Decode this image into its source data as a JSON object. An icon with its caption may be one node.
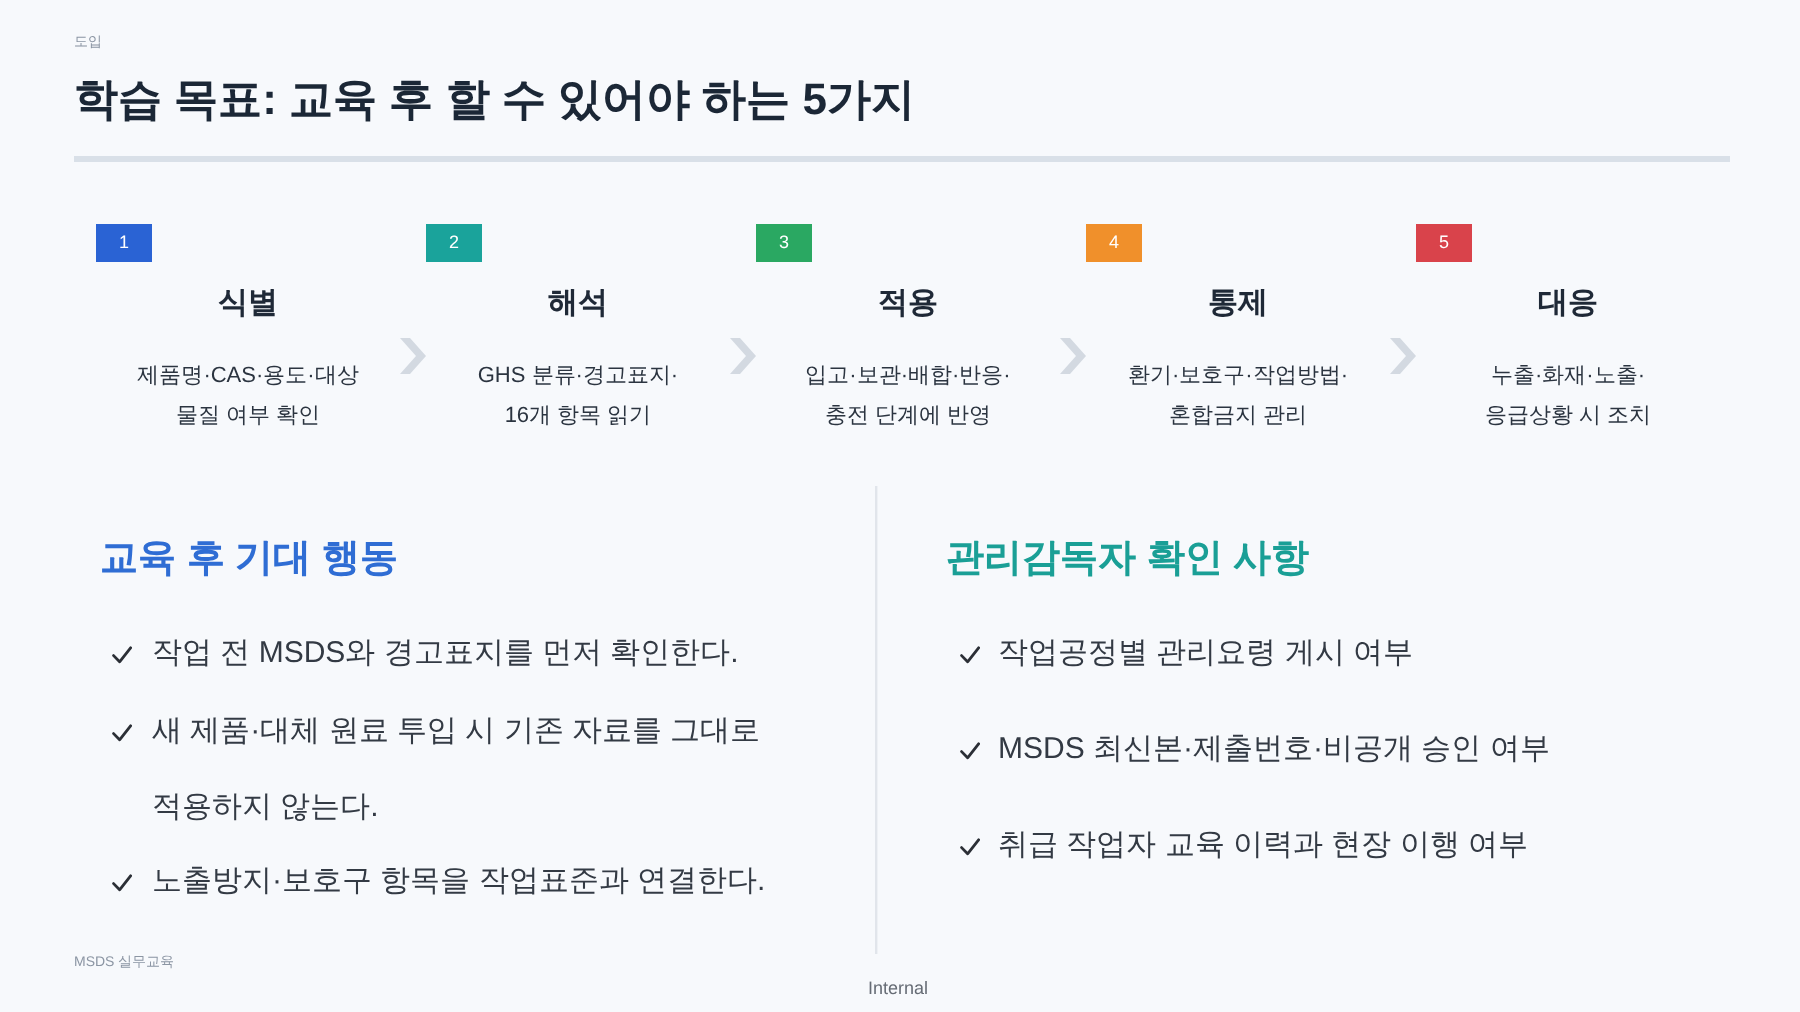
{
  "diagram": {
    "title": "학습 목표: 교육 후 할 수 있어야 하는 5가지",
    "nodes": [
      {
        "text": [
          "1",
          "식별",
          "제품명·CAS·용도·대상 물질 여부 확인"
        ]
      },
      {
        "text": [
          "2",
          "해석",
          "GHS 분류·경고표지· 16개 항목 읽기"
        ]
      },
      {
        "text": [
          "3",
          "적용",
          "입고·보관·배합·반응· 충전 단계에 반영"
        ]
      },
      {
        "text": [
          "4",
          "통제",
          "환기·보호구·작업방법· 혼합금지 관리"
        ]
      },
      {
        "text": [
          "5",
          "대응",
          "누출·화재·노출· 응급상황 시 조치"
        ]
      }
    ],
    "edges": [
      {
        "from": 0,
        "to": 1,
        "arrow": "to"
      },
      {
        "from": 1,
        "to": 2,
        "arrow": "to"
      },
      {
        "from": 2,
        "to": 3,
        "arrow": "to"
      },
      {
        "from": 3,
        "to": 4,
        "arrow": "to"
      }
    ],
    "labels": [
      "도입",
      "교육 후 기대 행동",
      "작업 전 MSDS와 경고표지를 먼저 확인한다.",
      "새 제품·대체 원료 투입 시 기존 자료를 그대로 적용하지 않는다.",
      "노출방지·보호구 항목을 작업표준과 연결한다.",
      "관리감독자 확인 사항",
      "작업공정별 관리요령 게시 여부",
      "MSDS 최신본·제출번호·비공개 승인 여부",
      "취급 작업자 교육 이력과 현장 이행 여부",
      "MSDS 실무교육",
      "Internal"
    ]
  }
}
